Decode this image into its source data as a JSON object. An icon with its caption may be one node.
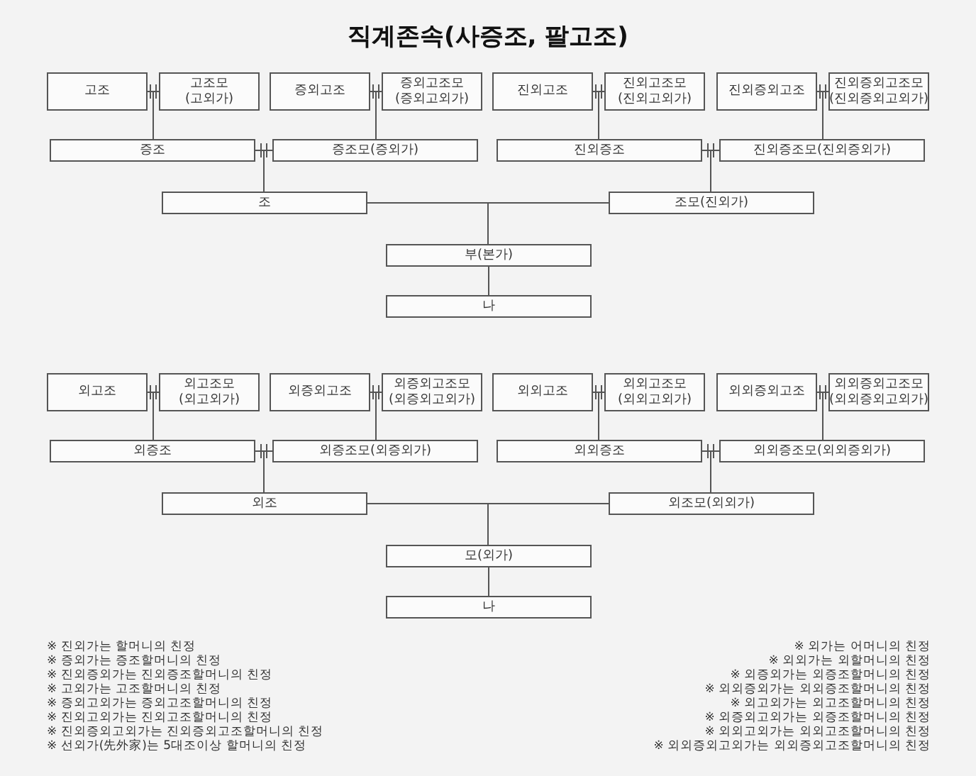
{
  "diagram": {
    "title": "직계존속(사증조, 팔고조)",
    "nodes": [
      {
        "text": [
          "고조"
        ]
      },
      {
        "text": [
          "고조모 (고외가)"
        ]
      },
      {
        "text": [
          "증외고조"
        ]
      },
      {
        "text": [
          "증외고조모 (증외고외가)"
        ]
      },
      {
        "text": [
          "진외고조"
        ]
      },
      {
        "text": [
          "진외고조모 (진외고외가)"
        ]
      },
      {
        "text": [
          "진외증외고조"
        ]
      },
      {
        "text": [
          "진외증외고조모 (진외증외고외가)"
        ]
      },
      {
        "text": [
          "증조"
        ]
      },
      {
        "text": [
          "증조모(증외가)"
        ]
      },
      {
        "text": [
          "진외증조"
        ]
      },
      {
        "text": [
          "진외증조모(진외증외가)"
        ]
      },
      {
        "text": [
          "조"
        ]
      },
      {
        "text": [
          "조모(진외가)"
        ]
      },
      {
        "text": [
          "부(본가)"
        ]
      },
      {
        "text": [
          "나"
        ]
      },
      {
        "text": [
          "외고조"
        ]
      },
      {
        "text": [
          "외고조모 (외고외가)"
        ]
      },
      {
        "text": [
          "외증외고조"
        ]
      },
      {
        "text": [
          "외증외고조모 (외증외고외가)"
        ]
      },
      {
        "text": [
          "외외고조"
        ]
      },
      {
        "text": [
          "외외고조모 (외외고외가)"
        ]
      },
      {
        "text": [
          "외외증외고조"
        ]
      },
      {
        "text": [
          "외외증외고조모 (외외증외고외가)"
        ]
      },
      {
        "text": [
          "외증조"
        ]
      },
      {
        "text": [
          "외증조모(외증외가)"
        ]
      },
      {
        "text": [
          "외외증조"
        ]
      },
      {
        "text": [
          "외외증조모(외외증외가)"
        ]
      },
      {
        "text": [
          "외조"
        ]
      },
      {
        "text": [
          "외조모(외외가)"
        ]
      },
      {
        "text": [
          "모(외가)"
        ]
      },
      {
        "text": [
          "나"
        ]
      }
    ],
    "edges": [
      {
        "from": 0,
        "to": 1,
        "arrow": "none"
      },
      {
        "from": 2,
        "to": 3,
        "arrow": "none"
      },
      {
        "from": 4,
        "to": 5,
        "arrow": "none"
      },
      {
        "from": 6,
        "to": 7,
        "arrow": "none"
      },
      {
        "from": 8,
        "to": 9,
        "arrow": "none"
      },
      {
        "from": 10,
        "to": 11,
        "arrow": "none"
      },
      {
        "from": 12,
        "to": 13,
        "arrow": "none"
      },
      {
        "from": 0,
        "to": 8,
        "arrow": "none"
      },
      {
        "from": 1,
        "to": 8,
        "arrow": "none"
      },
      {
        "from": 2,
        "to": 9,
        "arrow": "none"
      },
      {
        "from": 3,
        "to": 9,
        "arrow": "none"
      },
      {
        "from": 4,
        "to": 10,
        "arrow": "none"
      },
      {
        "from": 5,
        "to": 10,
        "arrow": "none"
      },
      {
        "from": 6,
        "to": 11,
        "arrow": "none"
      },
      {
        "from": 7,
        "to": 11,
        "arrow": "none"
      },
      {
        "from": 8,
        "to": 12,
        "arrow": "none"
      },
      {
        "from": 9,
        "to": 12,
        "arrow": "none"
      },
      {
        "from": 10,
        "to": 13,
        "arrow": "none"
      },
      {
        "from": 11,
        "to": 13,
        "arrow": "none"
      },
      {
        "from": 12,
        "to": 14,
        "arrow": "none"
      },
      {
        "from": 13,
        "to": 14,
        "arrow": "none"
      },
      {
        "from": 14,
        "to": 15,
        "arrow": "none"
      },
      {
        "from": 16,
        "to": 17,
        "arrow": "none"
      },
      {
        "from": 18,
        "to": 19,
        "arrow": "none"
      },
      {
        "from": 20,
        "to": 21,
        "arrow": "none"
      },
      {
        "from": 22,
        "to": 23,
        "arrow": "none"
      },
      {
        "from": 24,
        "to": 25,
        "arrow": "none"
      },
      {
        "from": 26,
        "to": 27,
        "arrow": "none"
      },
      {
        "from": 28,
        "to": 29,
        "arrow": "none"
      },
      {
        "from": 16,
        "to": 24,
        "arrow": "none"
      },
      {
        "from": 17,
        "to": 24,
        "arrow": "none"
      },
      {
        "from": 18,
        "to": 25,
        "arrow": "none"
      },
      {
        "from": 19,
        "to": 25,
        "arrow": "none"
      },
      {
        "from": 20,
        "to": 26,
        "arrow": "none"
      },
      {
        "from": 21,
        "to": 26,
        "arrow": "none"
      },
      {
        "from": 22,
        "to": 27,
        "arrow": "none"
      },
      {
        "from": 23,
        "to": 27,
        "arrow": "none"
      },
      {
        "from": 24,
        "to": 28,
        "arrow": "none"
      },
      {
        "from": 25,
        "to": 28,
        "arrow": "none"
      },
      {
        "from": 26,
        "to": 29,
        "arrow": "none"
      },
      {
        "from": 27,
        "to": 29,
        "arrow": "none"
      },
      {
        "from": 28,
        "to": 30,
        "arrow": "none"
      },
      {
        "from": 29,
        "to": 30,
        "arrow": "none"
      },
      {
        "from": 30,
        "to": 31,
        "arrow": "none"
      }
    ],
    "labels": [
      "※ 진외가는 할머니의 친정",
      "※ 증외가는 증조할머니의 친정",
      "※ 진외증외가는 진외증조할머니의 친정",
      "※ 고외가는 고조할머니의 친정",
      "※ 증외고외가는 증외고조할머니의 친정",
      "※ 진외고외가는 진외고조할머니의 친정",
      "※ 진외증외고외가는 진외증외고조할머니의 친정",
      "※ 선외가(先外家)는 5대조이상 할머니의 친정",
      "※ 외가는 어머니의 친정",
      "※ 외외가는 외할머니의 친정",
      "※ 외증외가는 외증조할머니의 친정",
      "※ 외외증외가는 외외증조할머니의 친정",
      "※ 외고외가는 외고조할머니의 친정",
      "※ 외증외고외가는 외증조할머니의 친정",
      "※ 외외고외가는 외외고조할머니의 친정",
      "※ 외외증외고외가는 외외증외고조할머니의 친정"
    ]
  }
}
